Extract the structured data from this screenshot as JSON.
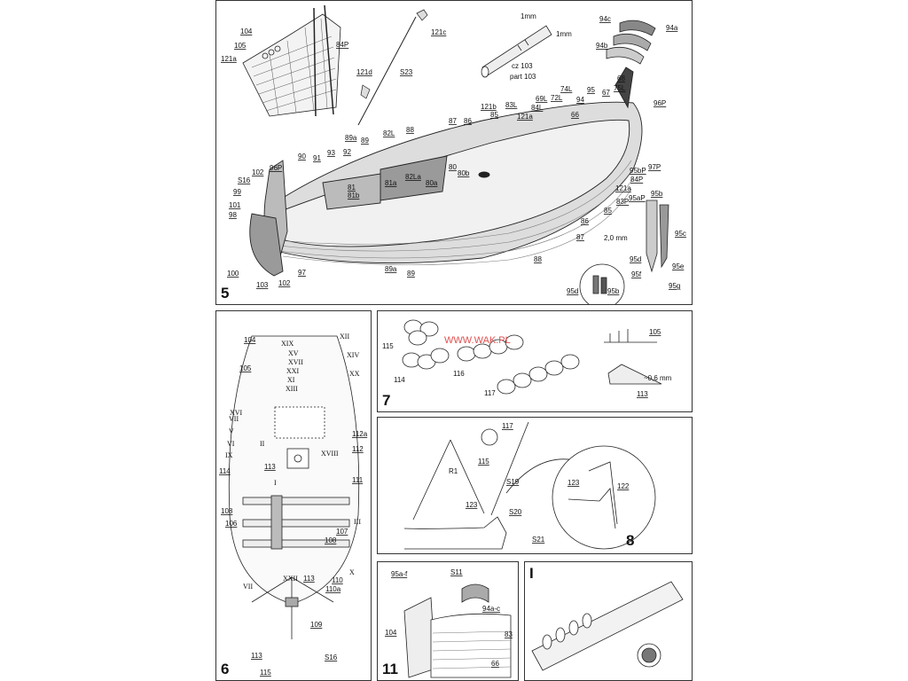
{
  "panels": {
    "p5": {
      "number": "5",
      "labels": [
        "104",
        "105",
        "121a",
        "84P",
        "121c",
        "S23",
        "121d",
        "1mm",
        "1mm",
        "cz 103",
        "part 103",
        "94c",
        "94a",
        "94b",
        "68",
        "75L",
        "96P",
        "74L",
        "69L",
        "72L",
        "95",
        "94",
        "67",
        "84L",
        "83L",
        "121b",
        "85",
        "121a",
        "66",
        "86",
        "87",
        "88",
        "82L",
        "89a",
        "89",
        "92",
        "93",
        "91",
        "90",
        "96P",
        "102",
        "S16",
        "99",
        "101",
        "98",
        "100",
        "103",
        "102",
        "97",
        "81",
        "81b",
        "81a",
        "82La",
        "80a",
        "80",
        "80b",
        "97P",
        "95bP",
        "84P",
        "121a",
        "83P",
        "86",
        "85",
        "95aP",
        "95b",
        "87",
        "88",
        "2,0 mm",
        "95c",
        "95d",
        "95e",
        "95f",
        "95g",
        "95d",
        "95b",
        "89a",
        "89"
      ]
    },
    "p6": {
      "number": "6",
      "labels": [
        "104",
        "XIX",
        "XV",
        "XVII",
        "XXI",
        "XI",
        "XIII",
        "105",
        "XII",
        "XIV",
        "XX",
        "XVI",
        "VII",
        "V",
        "VI",
        "IX",
        "II",
        "113",
        "114",
        "I",
        "112a",
        "112",
        "XVIII",
        "111",
        "108",
        "106",
        "III",
        "107",
        "108",
        "X",
        "XXII",
        "113",
        "VII",
        "110",
        "110a",
        "109",
        "S16",
        "113",
        "115"
      ]
    },
    "p7": {
      "number": "7",
      "watermark": "WWW.WAK.PL",
      "labels": [
        "115",
        "114",
        "116",
        "117",
        "105",
        "~0,6 mm",
        "113"
      ]
    },
    "p8": {
      "number": "8",
      "labels": [
        "117",
        "115",
        "R1",
        "S19",
        "123",
        "S20",
        "S21",
        "123",
        "122"
      ]
    },
    "p11": {
      "number": "11",
      "labels": [
        "95a-f",
        "S11",
        "94a-c",
        "104",
        "83",
        "66"
      ]
    },
    "pI": {
      "number": "I"
    }
  }
}
